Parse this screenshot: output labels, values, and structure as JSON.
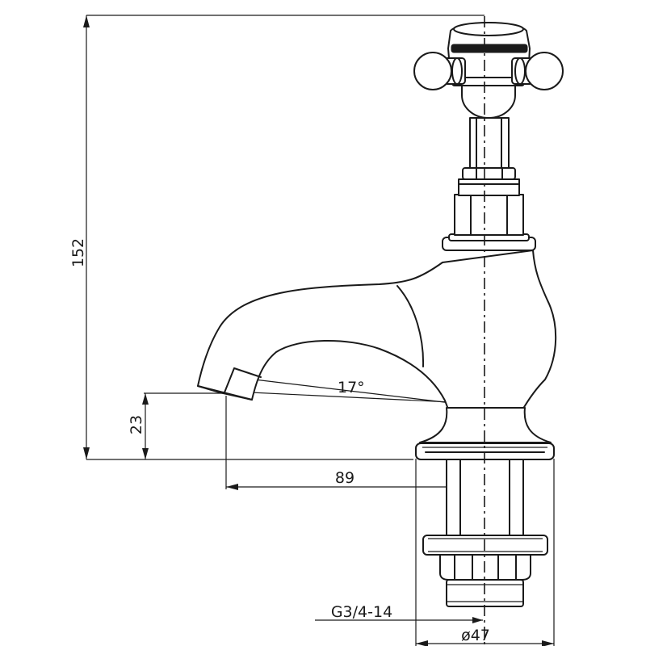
{
  "dimensions": {
    "height_total": "152",
    "spout_height": "23",
    "spout_reach": "89",
    "spout_angle": "17°",
    "thread": "G3/4-14",
    "base_diameter": "ø47"
  }
}
